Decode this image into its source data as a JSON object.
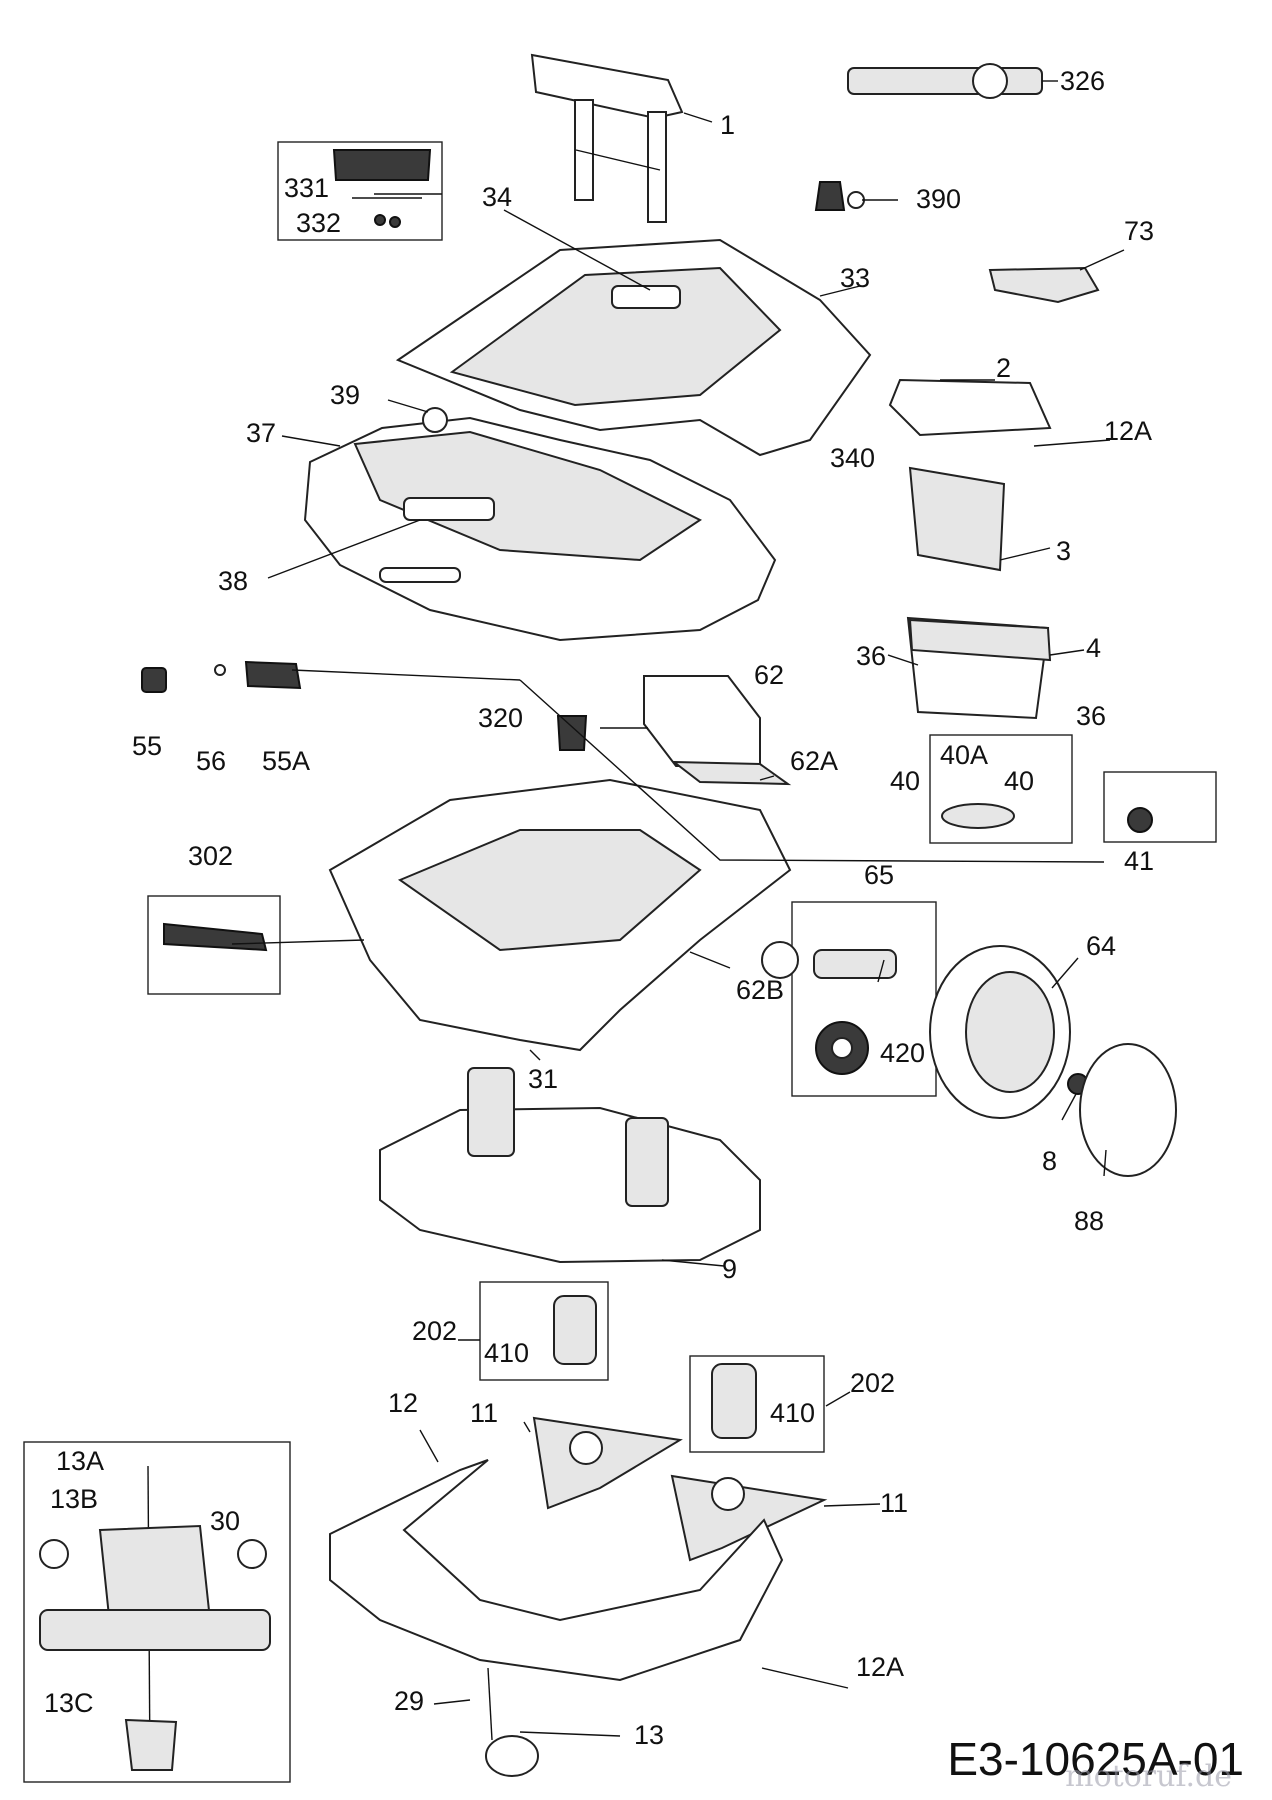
{
  "diagram": {
    "part_callouts": [
      "1",
      "326",
      "331",
      "34",
      "332",
      "390",
      "73",
      "33",
      "2",
      "39",
      "37",
      "12A",
      "340",
      "3",
      "38",
      "36",
      "4",
      "36",
      "62",
      "55",
      "56",
      "55A",
      "320",
      "62A",
      "40A",
      "40",
      "40",
      "302",
      "41",
      "65",
      "64",
      "62B",
      "420",
      "31",
      "8",
      "88",
      "9",
      "202",
      "410",
      "12",
      "11",
      "202",
      "410",
      "13A",
      "13B",
      "30",
      "11",
      "12A",
      "29",
      "13C",
      "13"
    ],
    "document_code": "E3-10625A-01",
    "watermark": "motoruf.de"
  },
  "colors": {
    "line": "#222222",
    "background": "#ffffff"
  }
}
